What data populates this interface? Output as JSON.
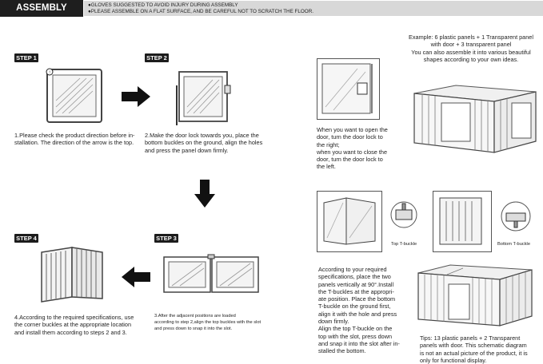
{
  "header": {
    "title": "ASSEMBLY METHOD",
    "notes": [
      "●GLOVES SUGGESTED TO AVOID INJURY DURING ASSEMBLY",
      "●PLEASE ASSEMBLE ON A FLAT SURFACE, AND BE CAREFUL NOT TO SCRATCH THE FLOOR."
    ]
  },
  "steps": {
    "step1": {
      "label": "STEP 1",
      "text": [
        "1.Please check the product direction before in-",
        "stallation. The direction of the arrow is the top."
      ]
    },
    "step2": {
      "label": "STEP 2",
      "text": [
        "2.Make the door lock towards you, place the",
        "bottom buckles on the ground, align the holes",
        "and press the panel down firmly."
      ]
    },
    "step3": {
      "label": "STEP 3",
      "text": [
        "3.After the adjacent positions are loaded",
        "according to step 2,align the top buckles with the slot",
        "and press down to snap it into the slot."
      ]
    },
    "step4": {
      "label": "STEP 4",
      "text": [
        "4.According to the required specifications, use",
        "the corner buckles at the appropriate location",
        "and install them according to steps 2 and 3."
      ]
    }
  },
  "example": {
    "text": [
      "Example: 6 plastic panels + 1 Transparent panel",
      "with door + 3 transparent panel",
      "You can also assemble it into various beautiful",
      "shapes according to your own ideas."
    ]
  },
  "door": {
    "text": [
      "When you want to open the",
      "door, turn the door lock to",
      "the right;",
      "when you want to close the",
      "door, turn the door lock to",
      "the left."
    ]
  },
  "buckles": {
    "top_label": "Top T-buckle",
    "bottom_label": "Bottom T-buckle",
    "text": [
      "According to your required",
      "specifications, place the two",
      "panels vertically at 90°.Install",
      "the T-buckles at the appropri-",
      "ate position. Place the bottom",
      "T-buckle on the ground first,",
      "align it with the hole and press",
      "down firmly.",
      "Align the top T-buckle on the",
      "top with the slot, press down",
      "and snap it into the slot after in-",
      "stalled the bottom."
    ]
  },
  "tips": {
    "text": [
      "Tips: 13 plastic panels + 2 Transparent",
      "panels with door. This schematic diagram",
      "is not an actual picture of the product, it is",
      "only for functional display."
    ]
  }
}
